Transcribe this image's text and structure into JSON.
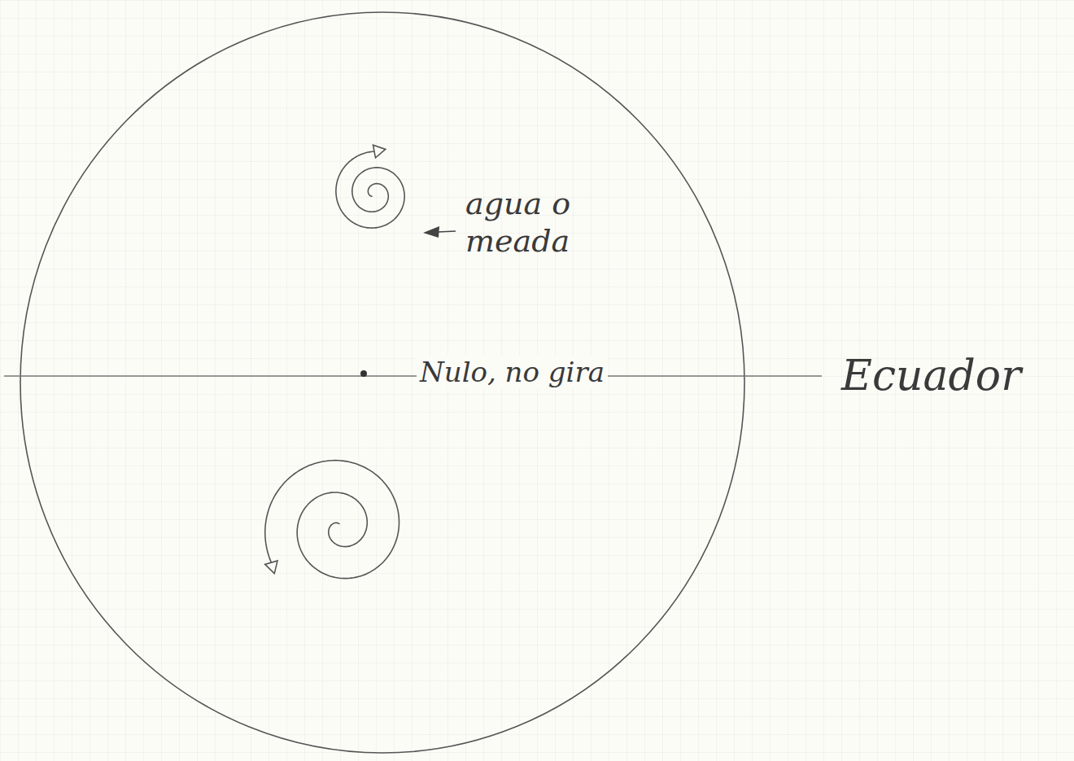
{
  "diagram": {
    "labels": [
      "agua o meada",
      "Nulo, no gira",
      "Ecuador"
    ]
  }
}
